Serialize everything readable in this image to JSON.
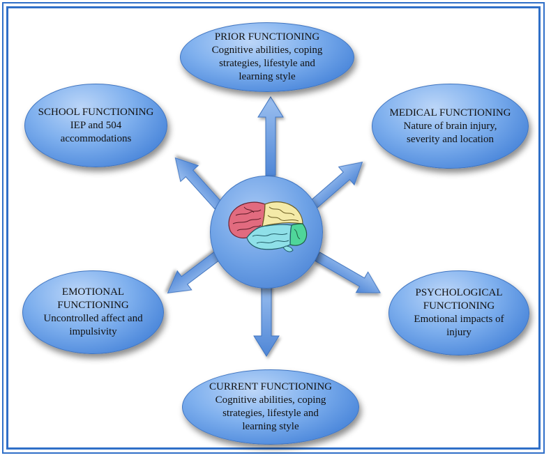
{
  "nodes": {
    "prior": {
      "title": "PRIOR FUNCTIONING",
      "lines": [
        "Cognitive abilities, coping",
        "strategies, lifestyle and",
        "learning style"
      ]
    },
    "school": {
      "title": "SCHOOL FUNCTIONING",
      "lines": [
        "IEP and 504",
        "accommodations"
      ]
    },
    "medical": {
      "title": "MEDICAL FUNCTIONING",
      "lines": [
        "Nature of brain injury,",
        "severity and location"
      ]
    },
    "emotional": {
      "title_lines": [
        "EMOTIONAL",
        "FUNCTIONING"
      ],
      "lines": [
        "Uncontrolled affect and",
        "impulsivity"
      ]
    },
    "psychological": {
      "title_lines": [
        "PSYCHOLOGICAL",
        "FUNCTIONING"
      ],
      "lines": [
        "Emotional impacts of",
        "injury"
      ]
    },
    "current": {
      "title": "CURRENT FUNCTIONING",
      "lines": [
        "Cognitive abilities, coping",
        "strategies, lifestyle and",
        "learning style"
      ]
    }
  },
  "colors": {
    "frame": "#2f6fc8",
    "node_fill": "#6ea2e6",
    "arrow_fill": "#6d9fe3",
    "brain_frontal": "#e26b7f",
    "brain_parietal": "#f4eaa8",
    "brain_temporal": "#8fe0e8",
    "brain_occipital": "#4fd69a"
  },
  "icons": {
    "center": "brain-icon"
  }
}
